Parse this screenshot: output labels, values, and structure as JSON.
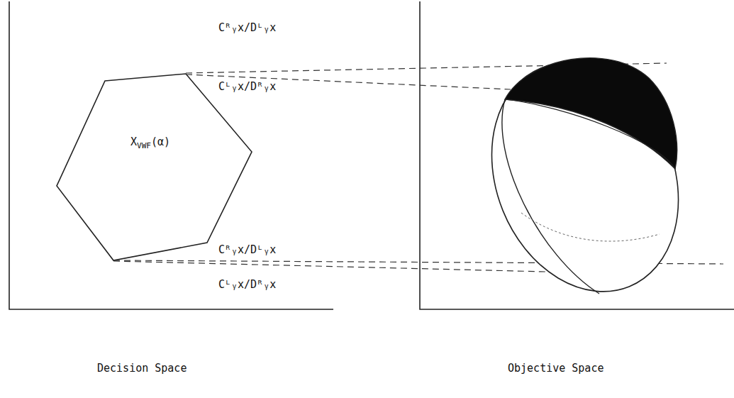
{
  "diagram": {
    "nodes": [
      {
        "text": [
          "X",
          "VWF",
          "(α)"
        ]
      }
    ],
    "labels": [
      "Cᴿᵧx/Dᴸᵧx",
      "Cᴸᵧx/Dᴿᵧx",
      "Cᴿᵧx/Dᴸᵧx",
      "Cᴸᵧx/Dᴿᵧx",
      "Decision Space",
      "Objective Space"
    ]
  }
}
